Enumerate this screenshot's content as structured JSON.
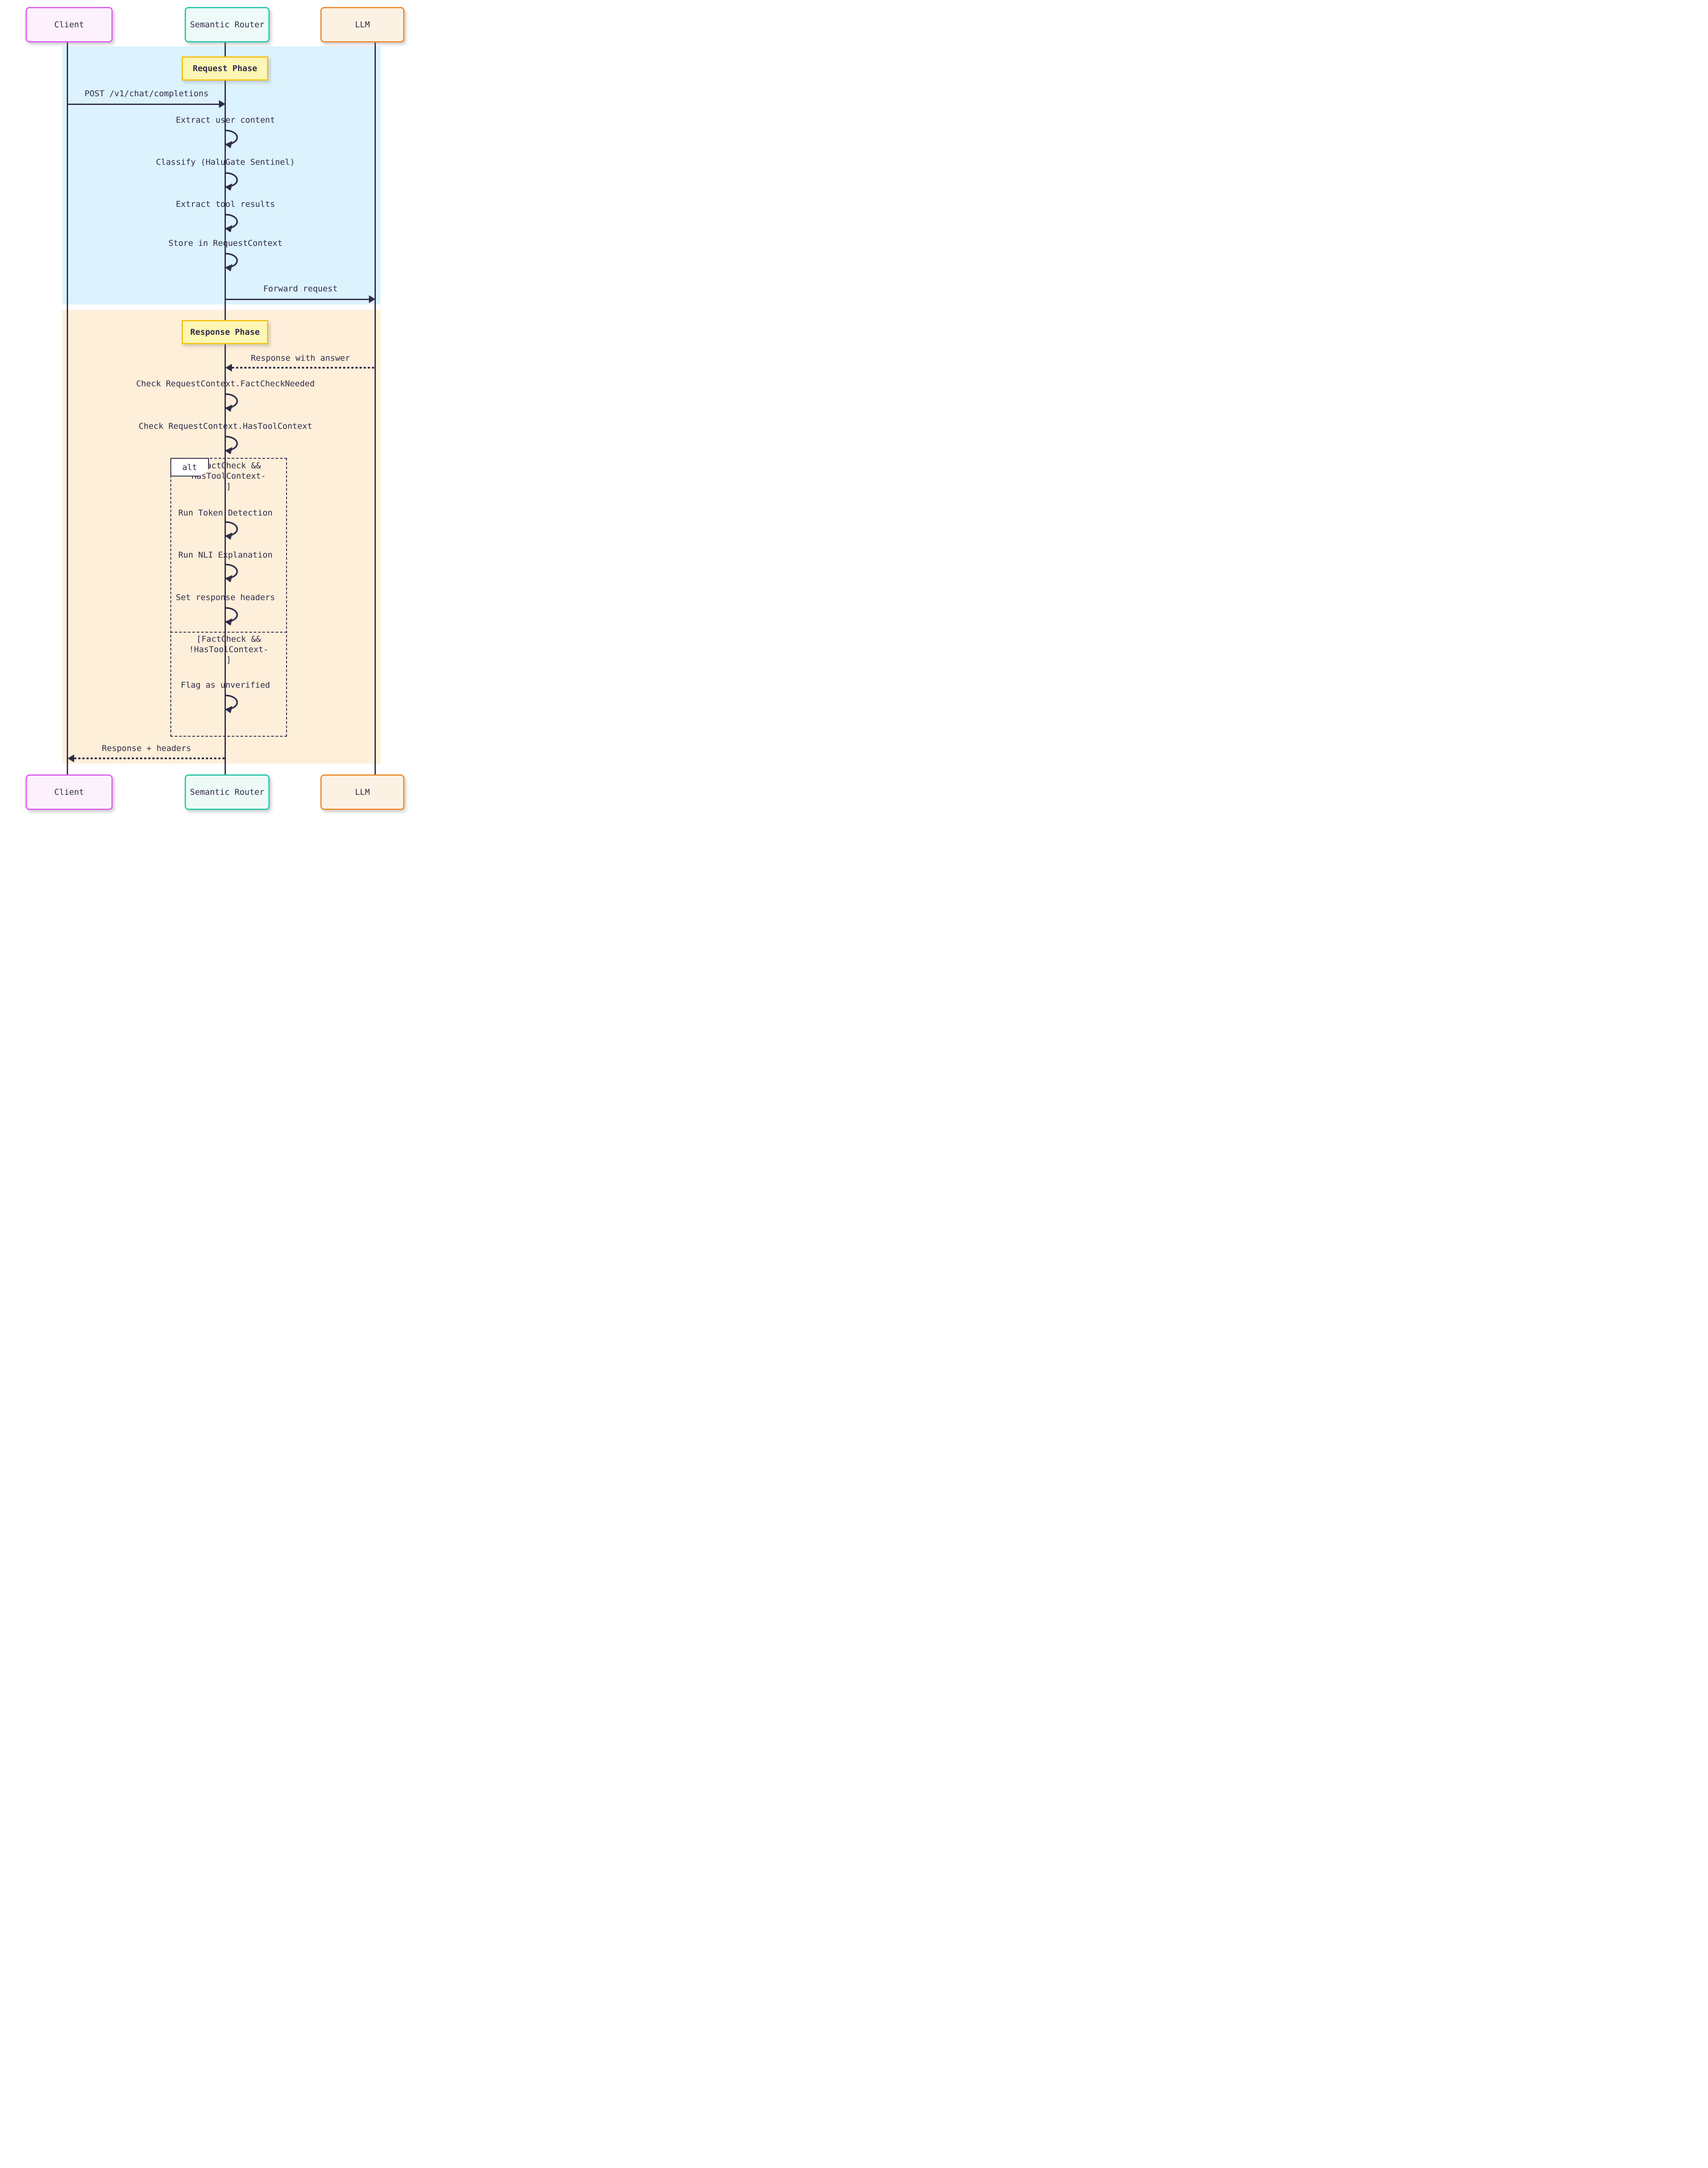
{
  "diagram": {
    "participants": [
      {
        "name": "Client"
      },
      {
        "name": "Semantic Router"
      },
      {
        "name": "LLM"
      }
    ],
    "phases": {
      "request": "Request Phase",
      "response": "Response Phase"
    },
    "messages": {
      "post": "POST /v1/chat/completions",
      "extract_user": "Extract user content",
      "classify": "Classify (HaluGate Sentinel)",
      "extract_tool": "Extract tool results",
      "store_ctx": "Store in RequestContext",
      "forward": "Forward request",
      "response_answer": "Response with answer",
      "check_factcheck": "Check RequestContext.FactCheckNeeded",
      "check_toolctx": "Check RequestContext.HasToolContext",
      "run_token": "Run Token Detection",
      "run_nli": "Run NLI Explanation",
      "set_headers": "Set response headers",
      "flag_unverified": "Flag as unverified",
      "response_headers": "Response + headers"
    },
    "alt": {
      "label": "alt",
      "cond1": [
        "[FactCheck &&",
        "HasToolContext-",
        "]"
      ],
      "cond2": [
        "[FactCheck &&",
        "!HasToolContext-",
        "]"
      ]
    },
    "colors": {
      "line": "#302b4a",
      "text": "#302b4a",
      "band_blue": "#dcf2fc",
      "band_orange": "#fdefda",
      "client_border": "#de64ef",
      "client_fill": "#fcf1fd",
      "router_border": "#30c9ad",
      "router_fill": "#edfaf7",
      "llm_border": "#ef8e36",
      "llm_fill": "#fcf2e3",
      "phase_border": "#f4c319",
      "phase_fill": "#fdf6b4"
    }
  }
}
